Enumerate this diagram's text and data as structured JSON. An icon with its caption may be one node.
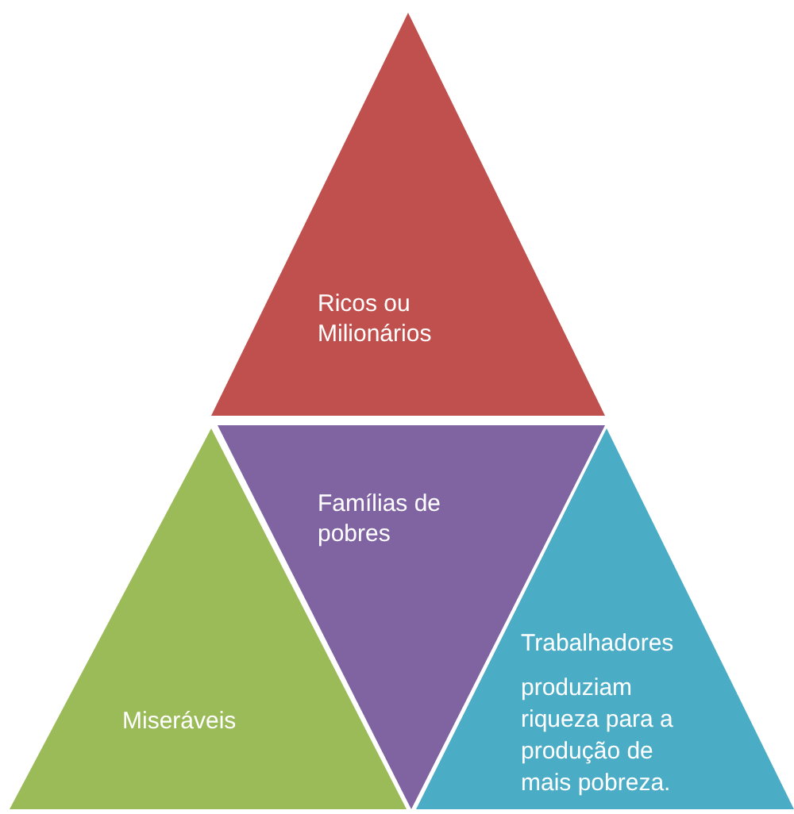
{
  "diagram": {
    "nodes": [
      {
        "text": [
          "Ricos ou Milionários"
        ]
      },
      {
        "text": [
          "Miseráveis"
        ]
      },
      {
        "text": [
          "Famílias de pobres"
        ]
      },
      {
        "text": [
          "Trabalhadores",
          "produziam riqueza para a produção de mais pobreza."
        ]
      }
    ]
  }
}
